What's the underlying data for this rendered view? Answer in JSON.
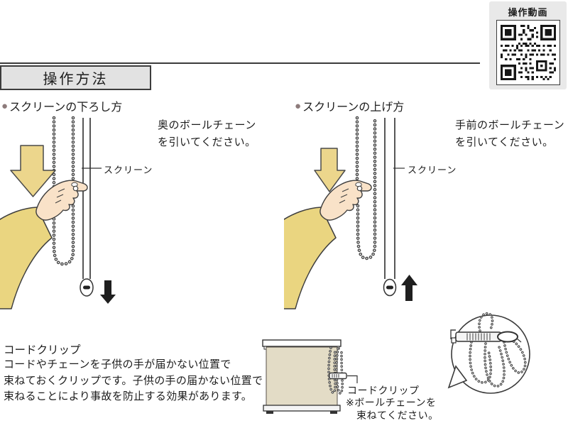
{
  "video": {
    "title": "操作動画",
    "qr_icon": "qr-code"
  },
  "header": {
    "title": "操作方法"
  },
  "sections": {
    "lower": {
      "bullet": "●",
      "heading": "スクリーンの下ろし方",
      "instruction": "奥のボールチェーン\nを引いてください。",
      "screen_label": "スクリーン"
    },
    "raise": {
      "bullet": "●",
      "heading": "スクリーンの上げ方",
      "instruction": "手前のボールチェーン\nを引いてください。",
      "screen_label": "スクリーン"
    }
  },
  "cord_clip": {
    "title": "コードクリップ",
    "description": "コードやチェーンを子供の手が届かない位置で\n束ねておくクリップです。子供の手の届かない位置で\n束ねることにより事故を防止する効果があります。",
    "note_line1": "コードクリップ",
    "note_line2": "※ボールチェーンを",
    "note_line3": "束ねてください。"
  },
  "colors": {
    "bullet_accent": "#8d7b7b",
    "arrow_yellow": "#ecd68c",
    "screen_beige": "#e3dcc6",
    "header_bg": "#e2e2e2",
    "video_box_bg": "#e9e9e9"
  }
}
